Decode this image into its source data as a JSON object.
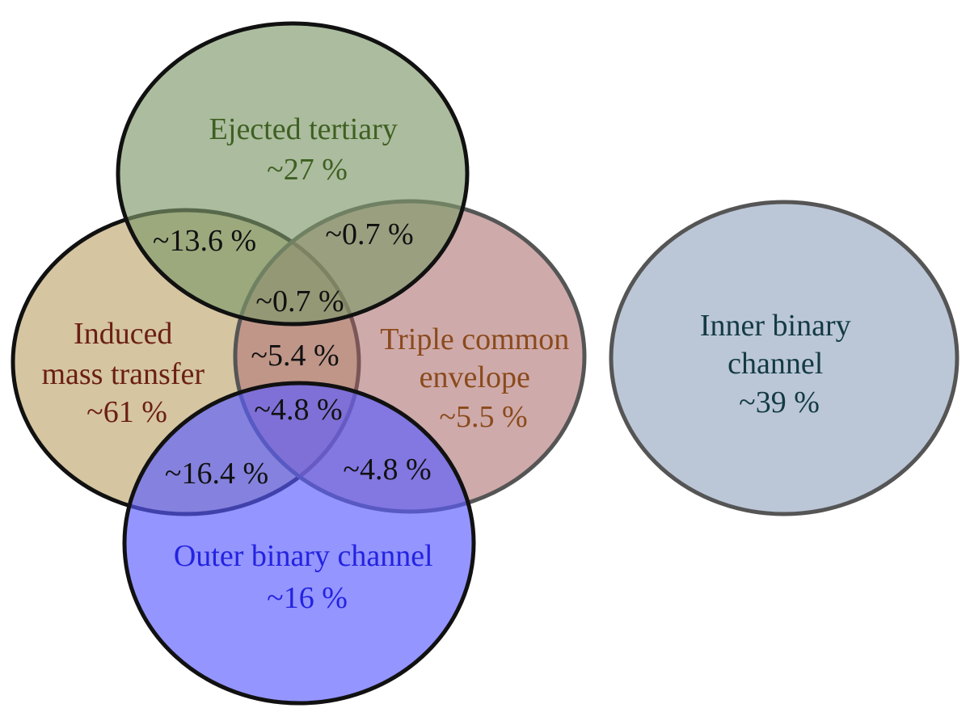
{
  "sets": [
    {
      "id": "induced",
      "lines": [
        "Induced",
        "mass transfer",
        "~61 %"
      ],
      "fill": "#bfa66e",
      "stroke": "#111111",
      "text_color": "#6b1f14"
    },
    {
      "id": "triple",
      "lines": [
        "Triple common",
        "envelope",
        "~5.5 %"
      ],
      "fill": "#b67c7c",
      "stroke": "#555555",
      "text_color": "#8a4a1c"
    },
    {
      "id": "ejected",
      "lines": [
        "Ejected tertiary",
        "~27 %"
      ],
      "fill": "#7e9a6a",
      "stroke": "#111111",
      "text_color": "#3f5f22"
    },
    {
      "id": "outer",
      "lines": [
        "Outer binary channel",
        "~16 %"
      ],
      "fill": "#5a5cff",
      "stroke": "#111111",
      "text_color": "#2323e0"
    },
    {
      "id": "inner",
      "lines": [
        "Inner binary",
        "channel",
        "~39 %"
      ],
      "fill": "#97a9c1",
      "stroke": "#555555",
      "text_color": "#143a44"
    }
  ],
  "overlaps": [
    {
      "id": "induced-ejected",
      "label": "~13.6 %"
    },
    {
      "id": "ejected-triple",
      "label": "~0.7 %"
    },
    {
      "id": "induced-ejected-triple",
      "label": "~0.7 %"
    },
    {
      "id": "induced-triple",
      "label": "~5.4 %"
    },
    {
      "id": "induced-triple-outer",
      "label": "~4.8 %"
    },
    {
      "id": "induced-outer",
      "label": "~16.4 %"
    },
    {
      "id": "triple-outer",
      "label": "~4.8 %"
    }
  ]
}
